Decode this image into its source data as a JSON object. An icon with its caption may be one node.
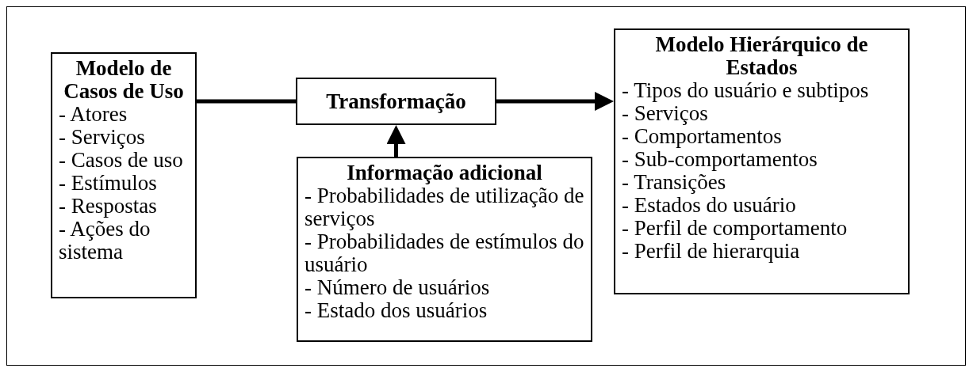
{
  "diagram": {
    "nodes": [
      {
        "text": [
          "Modelo de Casos de Uso",
          "- Atores",
          "- Serviços",
          "- Casos de uso",
          "- Estímulos",
          "- Respostas",
          "- Ações do sistema"
        ]
      },
      {
        "text": [
          "Transformação"
        ]
      },
      {
        "text": [
          "Modelo Hierárquico de Estados",
          "- Tipos do usuário e subtipos",
          "- Serviços",
          "- Comportamentos",
          "- Sub-comportamentos",
          "- Transições",
          "- Estados do usuário",
          "- Perfil de comportamento",
          "- Perfil de hierarquia"
        ]
      },
      {
        "text": [
          "Informação adicional",
          "- Probabilidades de utilização de serviços",
          "- Probabilidades de estímulos do usuário",
          "- Número de usuários",
          "- Estado dos usuários"
        ]
      }
    ],
    "edges": [
      {
        "from": 0,
        "to": 1,
        "arrow": "none"
      },
      {
        "from": 1,
        "to": 2,
        "arrow": "to"
      },
      {
        "from": 3,
        "to": 1,
        "arrow": "to"
      }
    ]
  }
}
